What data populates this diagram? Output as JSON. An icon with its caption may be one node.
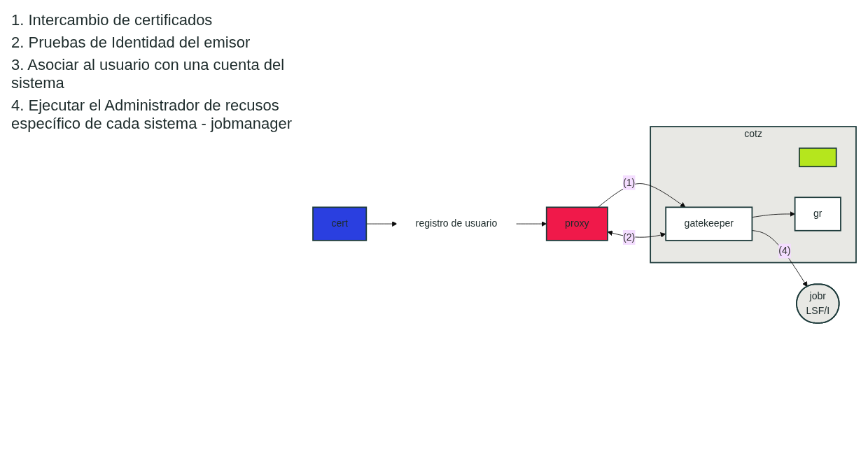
{
  "diagram": {
    "nodes": [
      {
        "text": [
          "cert"
        ]
      },
      {
        "text": [
          "registro de usuario"
        ]
      },
      {
        "text": [
          "proxy"
        ]
      },
      {
        "text": [
          "cotz"
        ]
      },
      {
        "text": [
          "gatekeeper"
        ],
        "in": 3
      },
      {
        "text": [],
        "shape": "box",
        "in": 3
      },
      {
        "text": [
          "gr"
        ],
        "in": 3
      },
      {
        "text": [
          "jobr",
          "LSF/I"
        ]
      }
    ],
    "edges": [
      {
        "from": 0,
        "to": 1,
        "arrow": "to"
      },
      {
        "from": 1,
        "to": 2,
        "arrow": "to"
      },
      {
        "from": 2,
        "to": 4,
        "arrow": "to",
        "label": "(1)"
      },
      {
        "from": 4,
        "to": 2,
        "arrow": "both",
        "label": "(2)"
      },
      {
        "from": 4,
        "to": 7,
        "arrow": "to",
        "label": "(4)"
      },
      {
        "from": 4,
        "to": 6,
        "arrow": "to"
      }
    ],
    "labels": [
      "1. Intercambio de certificados",
      "2. Pruebas de Identidad del emisor",
      "3. Asociar al usuario con una cuenta del sistema",
      "4. Ejecutar el Administrador de recusos específico de cada sistema - jobmanager"
    ]
  }
}
